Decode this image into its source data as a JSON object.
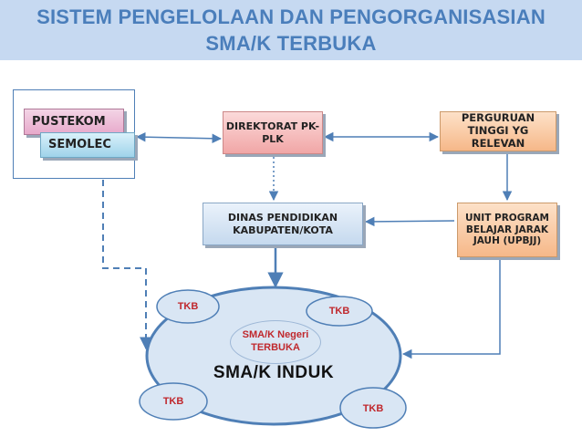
{
  "header": {
    "title_line1": "SISTEM PENGELOLAAN DAN PENGORGANISASIAN",
    "title_line2": "SMA/K TERBUKA"
  },
  "nodes": {
    "pustekom": "PUSTEKOM",
    "semolec": "SEMOLEC",
    "direktorat": "DIREKTORAT PK-PLK",
    "perguruan": "PERGURUAN TINGGI YG RELEVAN",
    "dinas": "DINAS PENDIDIKAN KABUPATEN/KOTA",
    "upbjj": "UNIT PROGRAM BELAJAR JARAK JAUH (UPBJJ)",
    "induk": "SMA/K  INDUK",
    "negeri": "SMA/K Negeri TERBUKA",
    "tkb_labels": [
      "TKB",
      "TKB",
      "TKB",
      "TKB"
    ]
  },
  "colors": {
    "title": "#4a7ebb",
    "header_bg": "#c6d9f1",
    "arrow": "#4f7fb6",
    "tkb_text": "#c0282d"
  }
}
